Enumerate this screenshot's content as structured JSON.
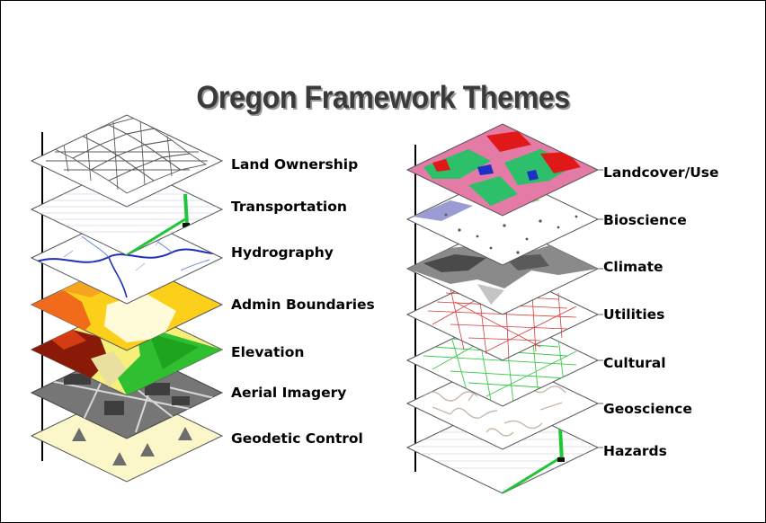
{
  "title": "Oregon Framework Themes",
  "left_stack": {
    "labels": [
      "Land Ownership",
      "Transportation",
      "Hydrography",
      "Admin Boundaries",
      "Elevation",
      "Aerial Imagery",
      "Geodetic Control"
    ]
  },
  "right_stack": {
    "labels": [
      "Landcover/Use",
      "Bioscience",
      "Climate",
      "Utilities",
      "Cultural",
      "Geoscience",
      "Hazards"
    ]
  }
}
